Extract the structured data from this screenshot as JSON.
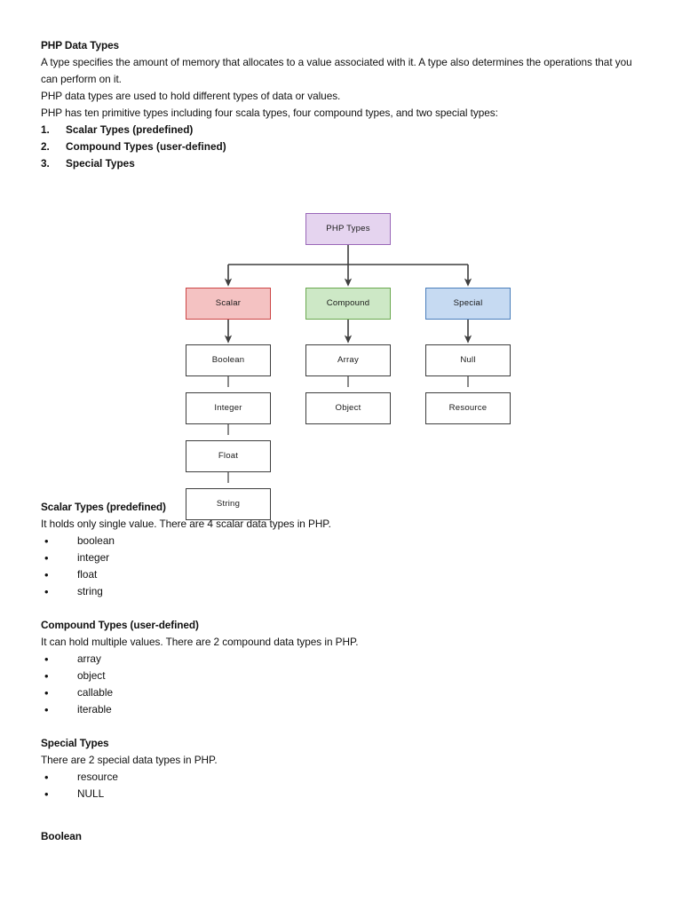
{
  "document": {
    "title": "PHP Data Types",
    "intro_paragraphs": [
      "A type specifies the amount of memory that allocates to a value associated with it. A type also determines the operations that you can perform on it.",
      "PHP data types are used to hold different types of data or values.",
      "PHP has ten primitive types including four scala types, four compound types, and two special types:"
    ],
    "numbered_list": [
      {
        "num": "1.",
        "label": "Scalar Types (predefined)"
      },
      {
        "num": "2.",
        "label": "Compound Types (user-defined)"
      },
      {
        "num": "3.",
        "label": "Special Types"
      }
    ],
    "sections": [
      {
        "heading": "Scalar Types (predefined)",
        "description": "It holds only single value. There are 4 scalar data types in PHP.",
        "bullets": [
          "boolean",
          "integer",
          "float",
          "string"
        ]
      },
      {
        "heading": "Compound Types (user-defined)",
        "description": "It can hold multiple values. There are 2 compound data types in PHP.",
        "bullets": [
          "array",
          "object",
          "callable",
          "iterable"
        ]
      },
      {
        "heading": "Special Types",
        "description": "There are 2 special data types in PHP.",
        "bullets": [
          "resource",
          "NULL"
        ]
      }
    ],
    "trailing_heading": "Boolean"
  },
  "diagram": {
    "type": "tree",
    "root": {
      "label": "PHP Types",
      "fill": "#e5d4ef",
      "stroke": "#9966b8"
    },
    "branches": [
      {
        "label": "Scalar",
        "fill": "#f4c2c2",
        "stroke": "#cc4444",
        "children": [
          "Boolean",
          "Integer",
          "Float",
          "String"
        ]
      },
      {
        "label": "Compound",
        "fill": "#cde8c6",
        "stroke": "#6aa84f",
        "children": [
          "Array",
          "Object"
        ]
      },
      {
        "label": "Special",
        "fill": "#c6daf2",
        "stroke": "#4a7ebb",
        "children": [
          "Null",
          "Resource"
        ]
      }
    ],
    "leaf_fill": "#ffffff",
    "leaf_stroke": "#3d3d3d",
    "connector_color": "#3d3d3d"
  }
}
